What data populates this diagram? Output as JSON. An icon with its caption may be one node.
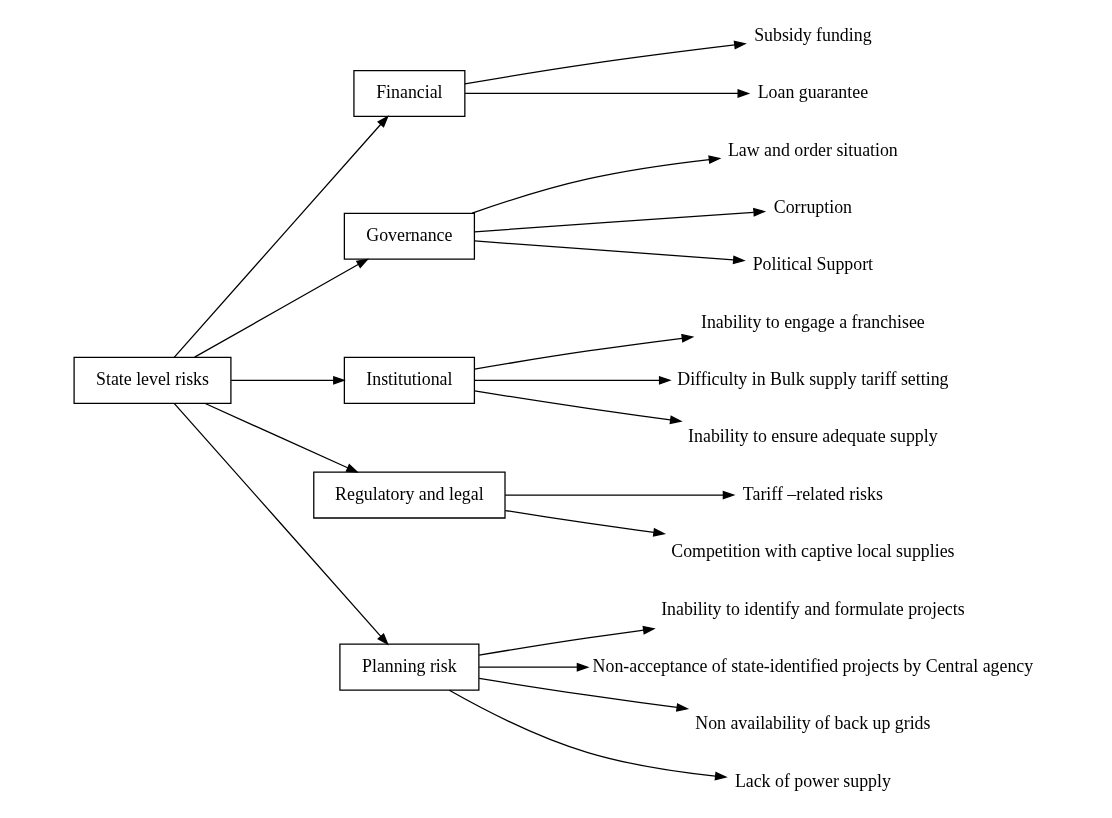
{
  "diagram": {
    "nodes": [
      {
        "text": [
          "State level risks"
        ]
      },
      {
        "text": [
          "Financial"
        ]
      },
      {
        "text": [
          "Subsidy funding"
        ]
      },
      {
        "text": [
          "Loan guarantee"
        ]
      },
      {
        "text": [
          "Governance"
        ]
      },
      {
        "text": [
          "Law and order situation"
        ]
      },
      {
        "text": [
          "Corruption"
        ]
      },
      {
        "text": [
          "Political Support"
        ]
      },
      {
        "text": [
          "Institutional"
        ]
      },
      {
        "text": [
          "Inability to engage a franchisee"
        ]
      },
      {
        "text": [
          "Difficulty in Bulk supply tariff setting"
        ]
      },
      {
        "text": [
          "Inability to ensure adequate supply"
        ]
      },
      {
        "text": [
          "Regulatory and legal"
        ]
      },
      {
        "text": [
          "Tariff –related risks"
        ]
      },
      {
        "text": [
          "Competition with captive local supplies"
        ]
      },
      {
        "text": [
          "Planning risk"
        ]
      },
      {
        "text": [
          "Inability to identify and formulate projects"
        ]
      },
      {
        "text": [
          "Non-acceptance of state-identified projects by Central agency"
        ]
      },
      {
        "text": [
          "Non availability of back up grids"
        ]
      },
      {
        "text": [
          "Lack of power supply"
        ]
      }
    ],
    "edges": [
      {
        "from": 0,
        "to": 1,
        "arrow": "to"
      },
      {
        "from": 0,
        "to": 4,
        "arrow": "to"
      },
      {
        "from": 0,
        "to": 8,
        "arrow": "to"
      },
      {
        "from": 0,
        "to": 12,
        "arrow": "to"
      },
      {
        "from": 0,
        "to": 15,
        "arrow": "to"
      },
      {
        "from": 1,
        "to": 2,
        "arrow": "to"
      },
      {
        "from": 1,
        "to": 3,
        "arrow": "to"
      },
      {
        "from": 4,
        "to": 5,
        "arrow": "to"
      },
      {
        "from": 4,
        "to": 6,
        "arrow": "to"
      },
      {
        "from": 4,
        "to": 7,
        "arrow": "to"
      },
      {
        "from": 8,
        "to": 9,
        "arrow": "to"
      },
      {
        "from": 8,
        "to": 10,
        "arrow": "to"
      },
      {
        "from": 8,
        "to": 11,
        "arrow": "to"
      },
      {
        "from": 12,
        "to": 13,
        "arrow": "to"
      },
      {
        "from": 12,
        "to": 14,
        "arrow": "to"
      },
      {
        "from": 15,
        "to": 16,
        "arrow": "to"
      },
      {
        "from": 15,
        "to": 17,
        "arrow": "to"
      },
      {
        "from": 15,
        "to": 18,
        "arrow": "to"
      },
      {
        "from": 15,
        "to": 19,
        "arrow": "to"
      }
    ]
  }
}
